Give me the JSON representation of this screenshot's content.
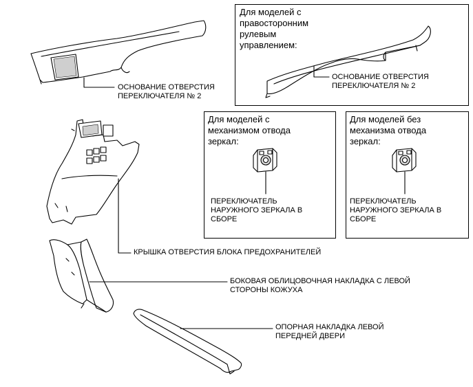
{
  "labels": {
    "panel_no2": {
      "line1": "ОСНОВАНИЕ ОТВЕРСТИЯ",
      "line2": "ПЕРЕКЛЮЧАТЕЛЯ № 2"
    },
    "fuse_cover": "КРЫШКА ОТВЕРСТИЯ БЛОКА ПРЕДОХРАНИТЕЛЕЙ",
    "cowl_side_trim": {
      "line1": "БОКОВАЯ ОБЛИЦОВОЧНАЯ НАКЛАДКА С ЛЕВОЙ",
      "line2": "СТОРОНЫ КОЖУХА"
    },
    "door_scuff_plate": {
      "line1": "ОПОРНАЯ НАКЛАДКА ЛЕВОЙ",
      "line2": "ПЕРЕДНЕЙ ДВЕРИ"
    }
  },
  "boxes": {
    "rhd": {
      "title": [
        "Для моделей с",
        "правосторонним",
        "рулевым",
        "управлением:"
      ],
      "label": {
        "line1": "ОСНОВАНИЕ ОТВЕРСТИЯ",
        "line2": "ПЕРЕКЛЮЧАТЕЛЯ № 2"
      }
    },
    "with_retract": {
      "title": [
        "Для моделей с",
        "механизмом отвода",
        "зеркал:"
      ],
      "label": [
        "ПЕРЕКЛЮЧАТЕЛЬ",
        "НАРУЖНОГО ЗЕРКАЛА В",
        "СБОРЕ"
      ]
    },
    "without_retract": {
      "title": [
        "Для моделей без",
        "механизма отвода",
        "зеркал:"
      ],
      "label": [
        "ПЕРЕКЛЮЧАТЕЛЬ",
        "НАРУЖНОГО ЗЕРКАЛА В",
        "СБОРЕ"
      ]
    }
  }
}
